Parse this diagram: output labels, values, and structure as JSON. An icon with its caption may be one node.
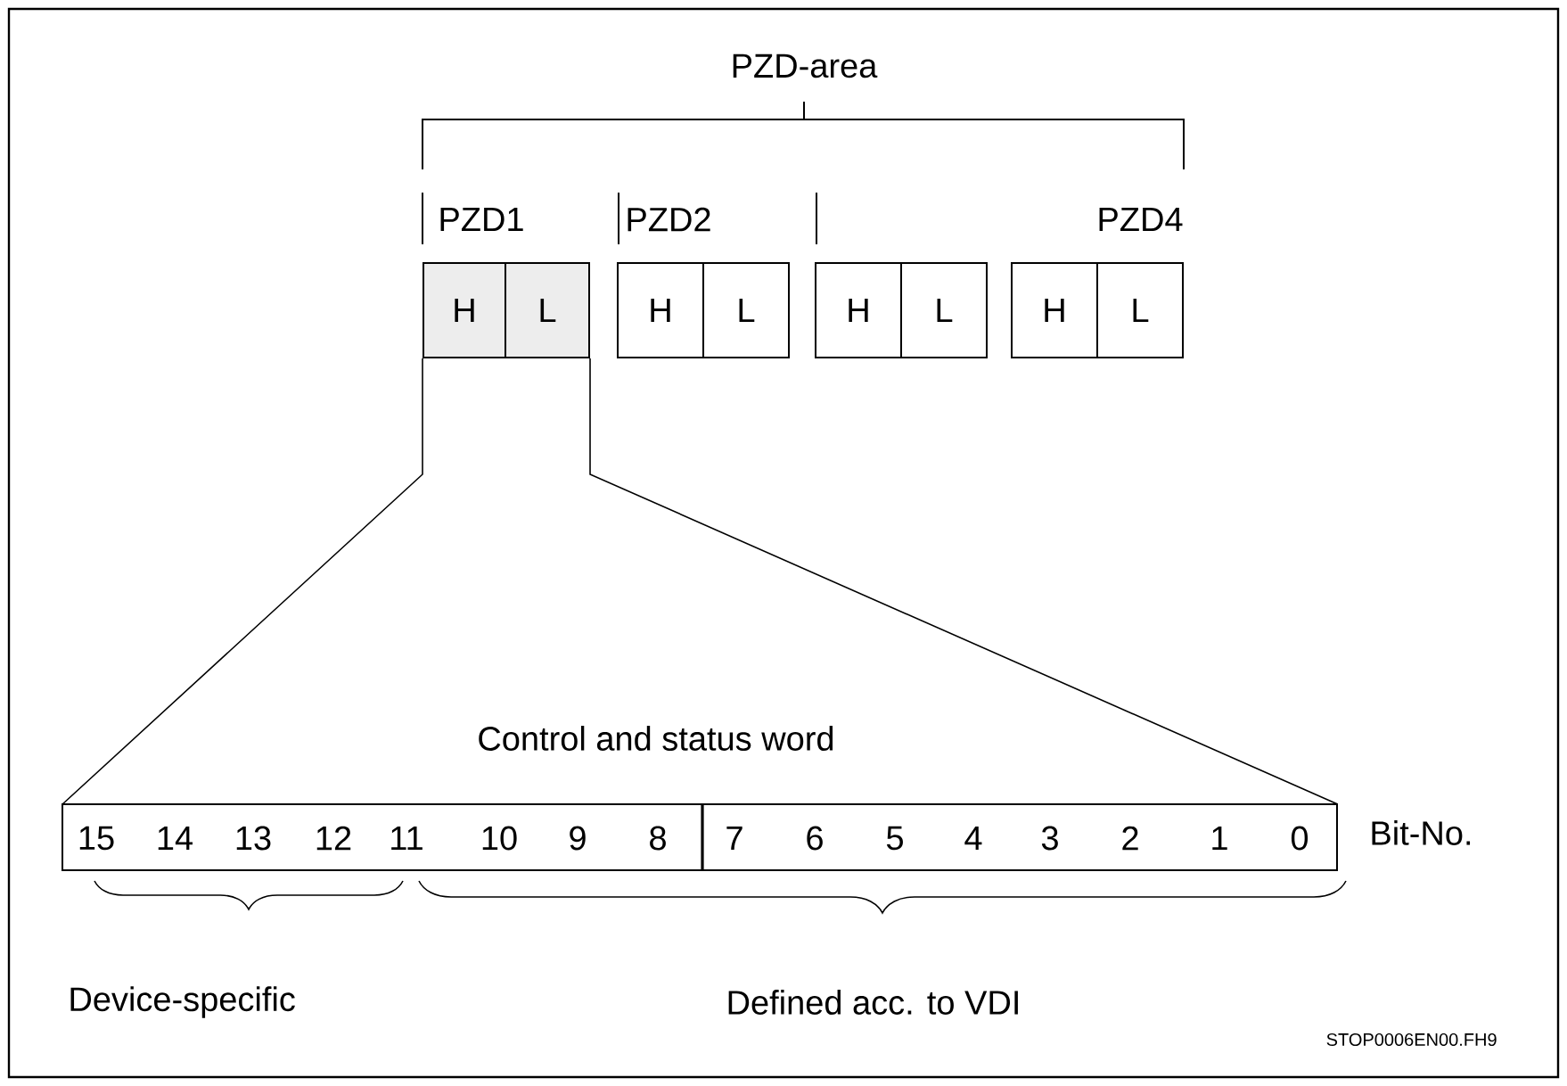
{
  "diagram": {
    "nodes": [
      {
        "text": [
          "H"
        ]
      },
      {
        "text": [
          "L"
        ]
      },
      {
        "text": [
          "H"
        ]
      },
      {
        "text": [
          "L"
        ]
      },
      {
        "text": [
          "H"
        ]
      },
      {
        "text": [
          "L"
        ]
      },
      {
        "text": [
          "H"
        ]
      },
      {
        "text": [
          "L"
        ]
      },
      {
        "text": [
          "15",
          "14",
          "13",
          "12",
          "11",
          "10",
          "9",
          "8",
          "7",
          "6",
          "5",
          "4",
          "3",
          "2",
          "1",
          "0"
        ],
        "beside": [
          "Control and status word",
          "Bit-No."
        ]
      }
    ],
    "edges": [
      {
        "from": 0,
        "to": 8,
        "arrow": "none"
      },
      {
        "from": 1,
        "to": 8,
        "arrow": "none"
      }
    ],
    "labels": [
      "PZD-area",
      "PZD1",
      "PZD2",
      "PZD4",
      "Device-specific",
      "Defined acc. to VDI",
      "STOP0006EN00.FH9"
    ]
  }
}
